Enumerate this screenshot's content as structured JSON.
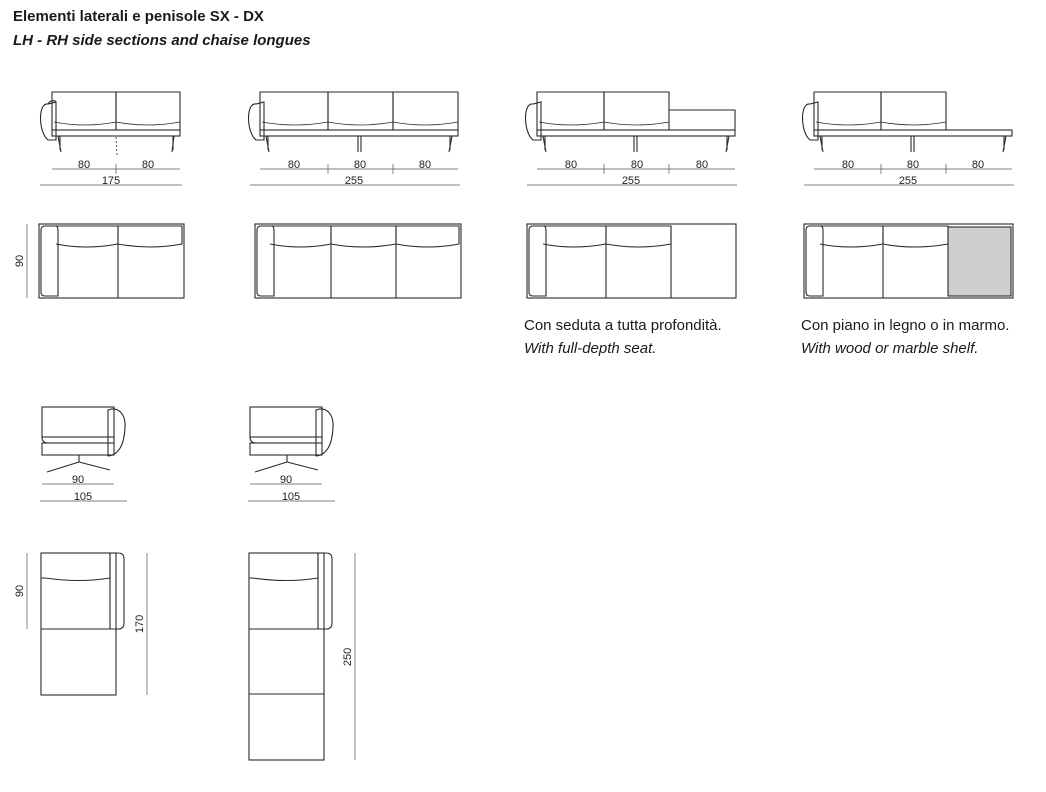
{
  "heading": {
    "title_it": "Elementi laterali e penisole SX - DX",
    "title_en": "LH - RH side sections and chaise longues"
  },
  "captions": {
    "full_depth": {
      "it": "Con seduta a tutta profondità.",
      "en": "With full-depth seat."
    },
    "shelf": {
      "it": "Con piano in legno o in marmo.",
      "en": "With wood or marble shelf."
    }
  },
  "dimensions": {
    "d80": "80",
    "d90": "90",
    "d105": "105",
    "d170": "170",
    "d175": "175",
    "d250": "250",
    "d255": "255"
  },
  "colors": {
    "line": "#2a2a2a",
    "shelf_fill": "#cfcfcf",
    "background": "#ffffff"
  }
}
